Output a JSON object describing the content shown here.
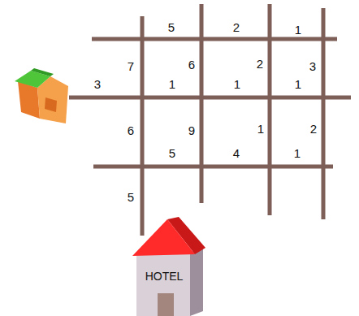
{
  "diagram": {
    "nodes": [
      {
        "text": [
          "HOTEL"
        ]
      }
    ],
    "labels": [
      "5",
      "2",
      "1",
      "7",
      "6",
      "2",
      "3",
      "3",
      "1",
      "1",
      "1",
      "6",
      "9",
      "1",
      "2",
      "5",
      "4",
      "1",
      "5"
    ]
  }
}
